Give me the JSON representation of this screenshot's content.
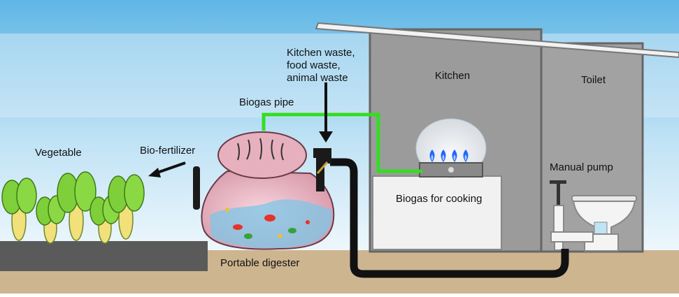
{
  "labels": {
    "vegetable": "Vegetable",
    "bio_fertilizer": "Bio-fertilizer",
    "biogas_pipe": "Biogas pipe",
    "kitchen_waste_line1": "Kitchen waste,",
    "kitchen_waste_line2": "food waste,",
    "kitchen_waste_line3": "animal waste",
    "kitchen": "Kitchen",
    "toilet": "Toilet",
    "manual_pump": "Manual pump",
    "biogas_for_cooking": "Biogas for cooking",
    "portable_digester": "Portable digester"
  },
  "colors": {
    "sky_top": "#5fb6e6",
    "sky_bottom": "#e8f4fb",
    "ground": "#cdb590",
    "soil_bed": "#555555",
    "house_wall": "#9a9a9a",
    "biogas_pipe": "#33dd22",
    "waste_pipe": "#111111",
    "digester": "#e9b8c4",
    "vegetable_leaf": "#7fcf3a",
    "flame": "#2266ff"
  }
}
